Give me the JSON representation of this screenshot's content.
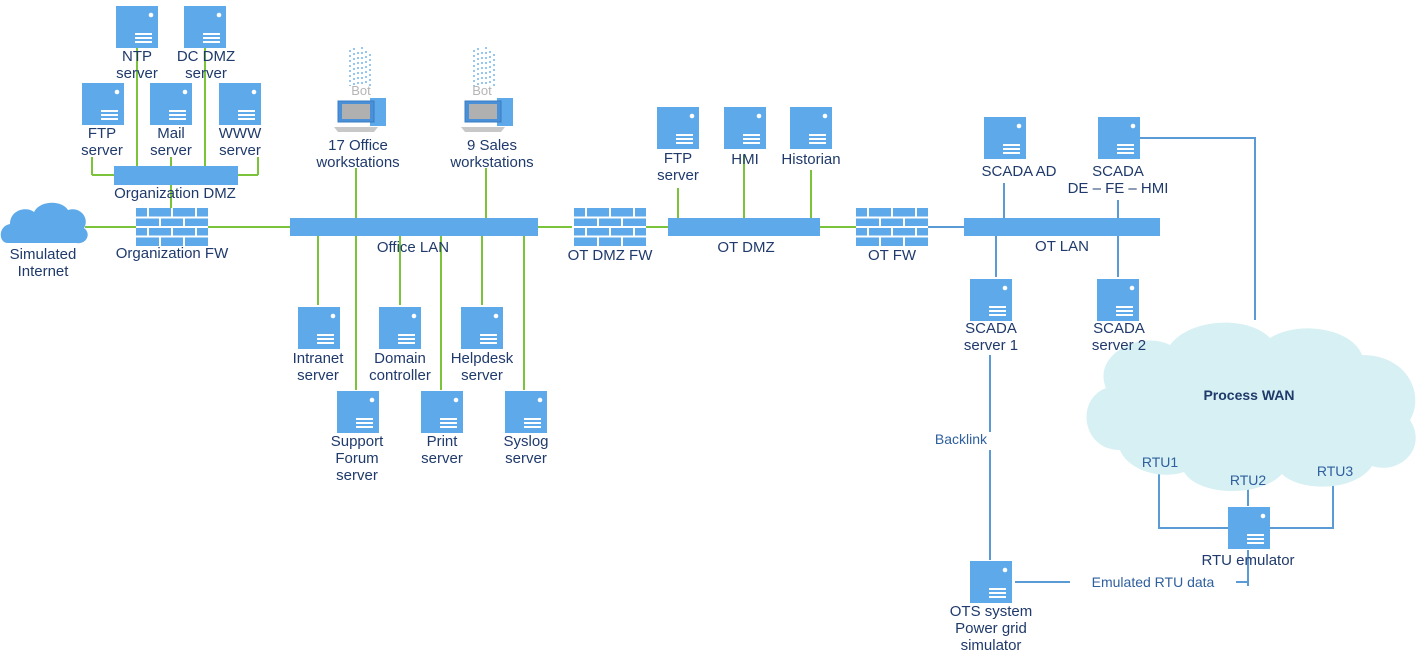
{
  "labels": {
    "ntp": [
      "NTP",
      "server"
    ],
    "dc_dmz": [
      "DC DMZ",
      "server"
    ],
    "ftp_dmz": [
      "FTP",
      "server"
    ],
    "mail": [
      "Mail",
      "server"
    ],
    "www": [
      "WWW",
      "server"
    ],
    "org_dmz": "Organization DMZ",
    "org_fw": "Organization FW",
    "internet": [
      "Simulated",
      "Internet"
    ],
    "bot": "Bot",
    "office_ws": [
      "17 Office",
      "workstations"
    ],
    "sales_ws": [
      "9 Sales",
      "workstations"
    ],
    "office_lan": "Office LAN",
    "intranet": [
      "Intranet",
      "server"
    ],
    "domain_ctrl": [
      "Domain",
      "controller"
    ],
    "helpdesk": [
      "Helpdesk",
      "server"
    ],
    "support": [
      "Support",
      "Forum",
      "server"
    ],
    "print": [
      "Print",
      "server"
    ],
    "syslog": [
      "Syslog",
      "server"
    ],
    "ot_dmz_fw": "OT DMZ FW",
    "ftp_ot": [
      "FTP",
      "server"
    ],
    "hmi": "HMI",
    "historian": "Historian",
    "ot_dmz": "OT DMZ",
    "ot_fw": "OT FW",
    "scada_ad": "SCADA AD",
    "scada_fe": [
      "SCADA",
      "DE – FE – HMI"
    ],
    "ot_lan": "OT LAN",
    "scada1": [
      "SCADA",
      "server 1"
    ],
    "scada2": [
      "SCADA",
      "server 2"
    ],
    "process_wan": "Process WAN",
    "backlink": "Backlink",
    "rtu1": "RTU1",
    "rtu2": "RTU2",
    "rtu3": "RTU3",
    "rtu_emu": "RTU emulator",
    "emulated": "Emulated RTU data",
    "ots": [
      "OTS system",
      "Power grid",
      "simulator"
    ]
  },
  "colors": {
    "server": "#5da9e9",
    "bar": "#5da9e9",
    "link_green": "#7bc33b",
    "link_blue": "#5b9bd5",
    "cloud": "#d6f0f3",
    "text": "#1f3a6b"
  }
}
